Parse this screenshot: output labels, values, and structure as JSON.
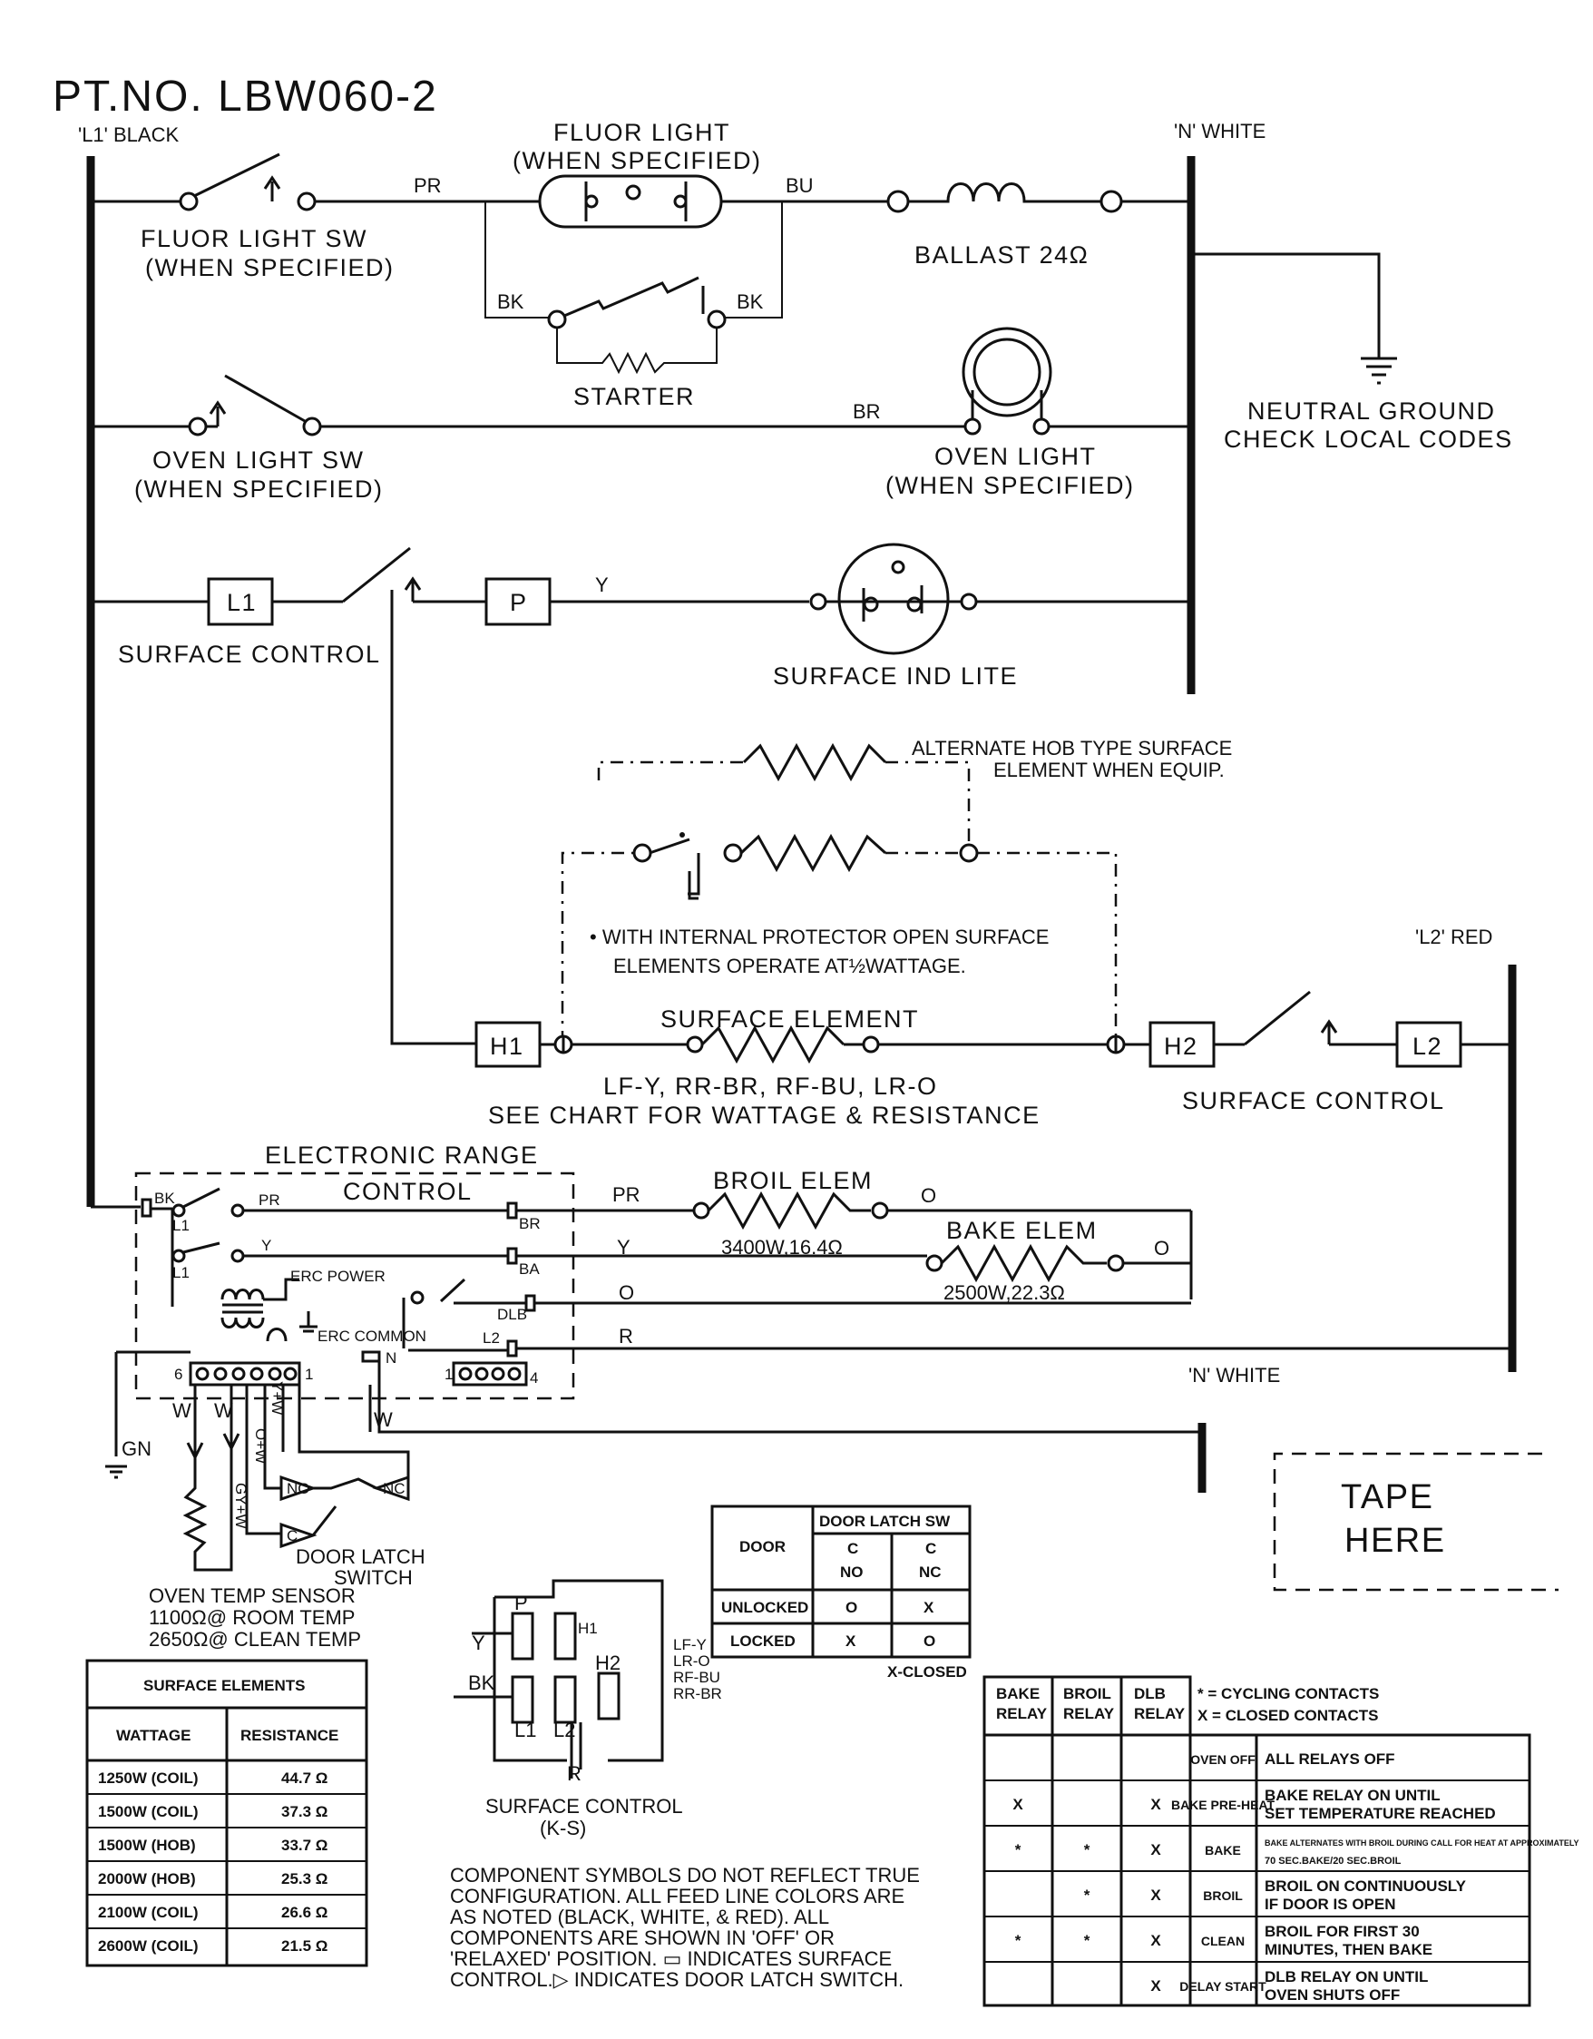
{
  "title": "PT.NO. LBW060-2",
  "rails": {
    "l1": "'L1' BLACK",
    "n_top": "'N' WHITE",
    "l2": "'L2' RED",
    "n_bottom": "'N' WHITE"
  },
  "fluor": {
    "light": "FLUOR LIGHT",
    "light_note": "(WHEN SPECIFIED)",
    "sw": "FLUOR LIGHT SW",
    "sw_note": "(WHEN SPECIFIED)",
    "wire_pr": "PR",
    "wire_bu": "BU",
    "bk_left": "BK",
    "bk_right": "BK",
    "starter": "STARTER",
    "ballast": "BALLAST 24Ω"
  },
  "ground": {
    "line1": "NEUTRAL GROUND",
    "line2": "CHECK LOCAL CODES"
  },
  "oven_light": {
    "sw": "OVEN LIGHT SW",
    "sw_note": "(WHEN SPECIFIED)",
    "wire_br": "BR",
    "lamp": "OVEN LIGHT",
    "lamp_note": "(WHEN SPECIFIED)"
  },
  "surface_ctrl_top": {
    "l1_box": "L1",
    "p_box": "P",
    "label": "SURFACE CONTROL",
    "wire_y": "Y",
    "ind_lite": "SURFACE IND LITE"
  },
  "hob": {
    "line1": "ALTERNATE HOB TYPE SURFACE",
    "line2": "ELEMENT WHEN EQUIP.",
    "note1": "• WITH INTERNAL PROTECTOR OPEN SURFACE",
    "note2": "ELEMENTS OPERATE AT½WATTAGE."
  },
  "surface_element": {
    "label": "SURFACE ELEMENT",
    "h1": "H1",
    "h2": "H2",
    "l2": "L2",
    "colors": "LF-Y, RR-BR, RF-BU, LR-O",
    "chart_ref": "SEE CHART FOR WATTAGE & RESISTANCE",
    "control": "SURFACE CONTROL"
  },
  "erc": {
    "title1": "ELECTRONIC RANGE",
    "title2": "CONTROL",
    "bk": "BK",
    "l1a": "L1",
    "l1b": "L1",
    "pr": "PR",
    "y": "Y",
    "br": "BR",
    "ba": "BA",
    "erc_power": "ERC POWER",
    "erc_common": "ERC COMMON",
    "dlb": "DLB",
    "l2": "L2",
    "n": "N",
    "pin6": "6",
    "pin1": "1",
    "pin1b": "1",
    "pin4": "4"
  },
  "elements": {
    "wire_pr": "PR",
    "wire_y": "Y",
    "wire_o": "O",
    "wire_r": "R",
    "broil": "BROIL ELEM",
    "broil_spec": "3400W,16.4Ω",
    "bake": "BAKE ELEM",
    "bake_spec": "2500W,22.3Ω",
    "o1": "O",
    "o2": "O"
  },
  "sensor": {
    "w1": "W",
    "w2": "W",
    "w3": "W",
    "gn": "GN",
    "line1": "OVEN TEMP SENSOR",
    "line2": "1100Ω@ ROOM TEMP",
    "line3": "2650Ω@ CLEAN TEMP",
    "door_latch1": "DOOR LATCH",
    "door_latch2": "SWITCH",
    "no": "NO",
    "nc": "NC",
    "c": "C",
    "o_w": "O+W",
    "y_w": "Y+W",
    "gy_w": "GY+W"
  },
  "tape": {
    "line1": "TAPE",
    "line2": "HERE"
  },
  "door_table": {
    "col_door": "DOOR",
    "col_sw": "DOOR LATCH SW",
    "sub_c1": "C",
    "sub_no": "NO",
    "sub_c2": "C",
    "sub_nc": "NC",
    "rows": [
      {
        "door": "UNLOCKED",
        "no": "O",
        "nc": "X"
      },
      {
        "door": "LOCKED",
        "no": "X",
        "nc": "O"
      }
    ],
    "footnote": "X-CLOSED"
  },
  "surface_table": {
    "title": "SURFACE ELEMENTS",
    "col_w": "WATTAGE",
    "col_r": "RESISTANCE",
    "rows": [
      {
        "w": "1250W (COIL)",
        "r": "44.7 Ω"
      },
      {
        "w": "1500W (COIL)",
        "r": "37.3 Ω"
      },
      {
        "w": "1500W (HOB)",
        "r": "33.7 Ω"
      },
      {
        "w": "2000W (HOB)",
        "r": "25.3 Ω"
      },
      {
        "w": "2100W (COIL)",
        "r": "26.6 Ω"
      },
      {
        "w": "2600W (COIL)",
        "r": "21.5 Ω"
      }
    ]
  },
  "ks": {
    "label1": "SURFACE CONTROL",
    "label2": "(K-S)",
    "p": "P",
    "h1": "H1",
    "l1": "L1",
    "l2": "L2",
    "h2": "H2",
    "y": "Y",
    "bk": "BK",
    "r": "R",
    "c1": "LF-Y",
    "c2": "LR-O",
    "c3": "RF-BU",
    "c4": "RR-BR"
  },
  "note": {
    "l1": "COMPONENT SYMBOLS DO NOT REFLECT TRUE",
    "l2": "CONFIGURATION. ALL FEED LINE COLORS ARE",
    "l3": "AS NOTED (BLACK, WHITE, & RED). ALL",
    "l4": "COMPONENTS ARE SHOWN IN 'OFF' OR",
    "l5": "'RELAXED' POSITION. ▭ INDICATES SURFACE",
    "l6": "CONTROL.▷ INDICATES DOOR LATCH SWITCH."
  },
  "relay_table": {
    "h_bake1": "BAKE",
    "h_bake2": "RELAY",
    "h_broil1": "BROIL",
    "h_broil2": "RELAY",
    "h_dlb1": "DLB",
    "h_dlb2": "RELAY",
    "legend1": "* = CYCLING CONTACTS",
    "legend2": "X = CLOSED CONTACTS",
    "rows": [
      {
        "bake": "",
        "broil": "",
        "dlb": "",
        "mode": "OVEN OFF",
        "desc1": "ALL RELAYS OFF",
        "desc2": ""
      },
      {
        "bake": "X",
        "broil": "",
        "dlb": "X",
        "mode": "BAKE PRE-HEAT",
        "desc1": "BAKE RELAY ON UNTIL",
        "desc2": "SET TEMPERATURE REACHED"
      },
      {
        "bake": "*",
        "broil": "*",
        "dlb": "X",
        "mode": "BAKE",
        "desc1": "BAKE ALTERNATES WITH BROIL DURING CALL FOR HEAT AT APPROXIMATELY",
        "desc2": "70 SEC.BAKE/20 SEC.BROIL"
      },
      {
        "bake": "",
        "broil": "*",
        "dlb": "X",
        "mode": "BROIL",
        "desc1": "BROIL ON CONTINUOUSLY",
        "desc2": "IF DOOR IS OPEN"
      },
      {
        "bake": "*",
        "broil": "*",
        "dlb": "X",
        "mode": "CLEAN",
        "desc1": "BROIL FOR FIRST 30",
        "desc2": "MINUTES, THEN BAKE"
      },
      {
        "bake": "",
        "broil": "",
        "dlb": "X",
        "mode": "DELAY START",
        "desc1": "DLB RELAY ON UNTIL",
        "desc2": "OVEN SHUTS OFF"
      }
    ]
  }
}
